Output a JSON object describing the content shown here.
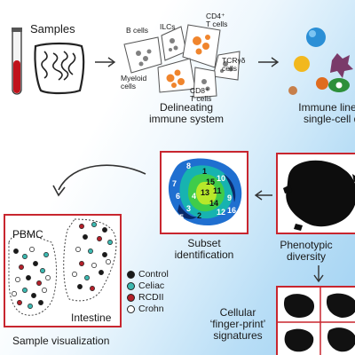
{
  "labels": {
    "samples": "Samples",
    "delineating": "Delineating\nimmune system",
    "lineages": "Immune lineages\nsingle-cell data",
    "subset": "Subset\nidentification",
    "phenotypic": "Phenotypic\ndiversity",
    "fingerprint": "Cellular\n‘finger-print’\nsignatures",
    "sample_vis": "Sample visualization",
    "pbmc": "PBMC",
    "intestine": "Intestine"
  },
  "cell_types": {
    "b_cells": "B cells",
    "ilcs": "ILCs",
    "cd4": "CD4⁺\nT cells",
    "tcr": "TCRγδ\ncells",
    "myeloid": "Myeloid\ncells",
    "cd8": "CD8⁺\nT cells"
  },
  "legend": [
    {
      "name": "Control",
      "color": "#1a1a1a"
    },
    {
      "name": "Celiac",
      "color": "#3cb8b0"
    },
    {
      "name": "RCDII",
      "color": "#b3202a"
    },
    {
      "name": "Crohn",
      "color": "#ffffff"
    }
  ],
  "cluster_numbers": [
    "8",
    "7",
    "1",
    "6",
    "4",
    "3",
    "5",
    "2",
    "15",
    "13",
    "11",
    "14",
    "10",
    "9",
    "12",
    "16"
  ],
  "colors": {
    "frame": "#c8262f",
    "blood": "#c0121b",
    "orange": "#f0852d"
  }
}
